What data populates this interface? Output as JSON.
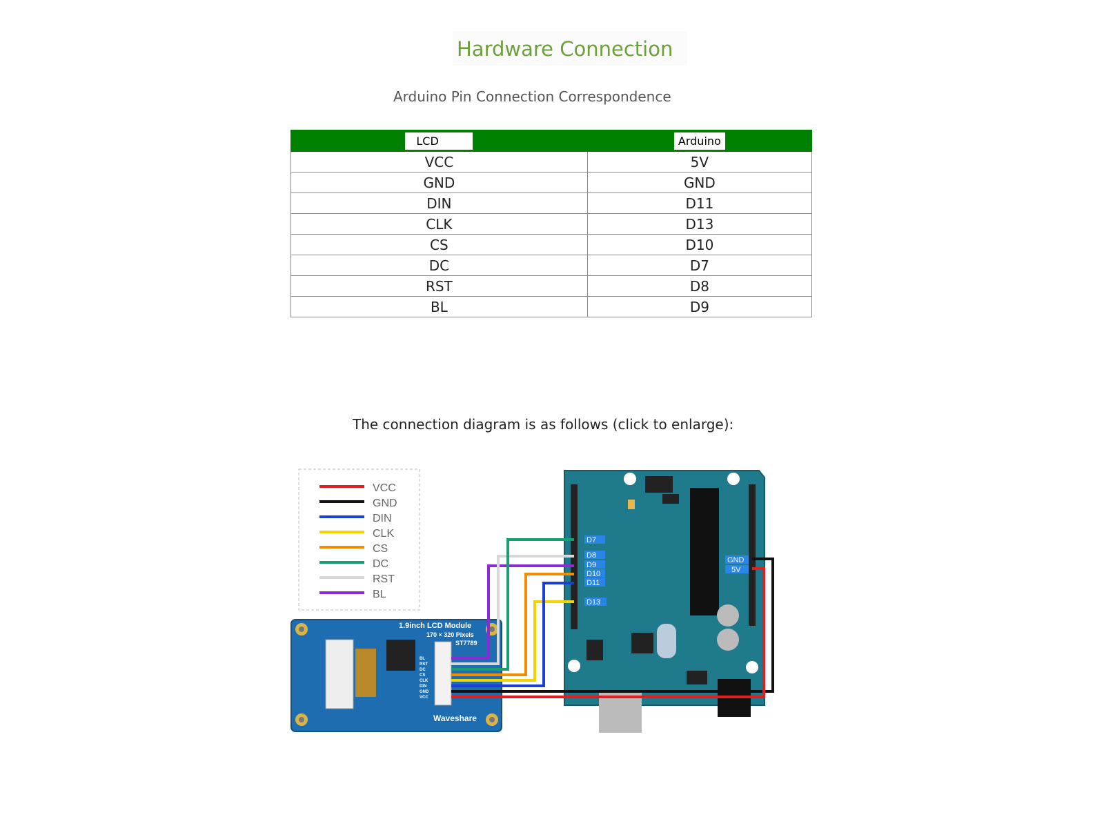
{
  "page": {
    "title": "Hardware Connection",
    "subtitle": "Arduino  Pin Connection Correspondence",
    "caption": "The connection diagram is as follows (click to enlarge):"
  },
  "table": {
    "headers": [
      "LCD",
      "Arduino"
    ],
    "rows": [
      [
        "VCC",
        "5V"
      ],
      [
        "GND",
        "GND"
      ],
      [
        "DIN",
        "D11"
      ],
      [
        "CLK",
        "D13"
      ],
      [
        "CS",
        "D10"
      ],
      [
        "DC",
        "D7"
      ],
      [
        "RST",
        "D8"
      ],
      [
        "BL",
        "D9"
      ]
    ]
  },
  "diagram": {
    "legend": [
      {
        "label": "VCC",
        "color": "#e02020"
      },
      {
        "label": "GND",
        "color": "#111111"
      },
      {
        "label": "DIN",
        "color": "#1a3fd6"
      },
      {
        "label": "CLK",
        "color": "#f2d400"
      },
      {
        "label": "CS",
        "color": "#f28c00"
      },
      {
        "label": "DC",
        "color": "#14a070"
      },
      {
        "label": "RST",
        "color": "#d8d8d8"
      },
      {
        "label": "BL",
        "color": "#8a2bd6"
      }
    ],
    "lcd_module": {
      "name": "1.9inch LCD Module",
      "resolution": "170 × 320 Pixels",
      "driver": "ST7789",
      "brand": "Waveshare",
      "pin_labels": [
        "BL",
        "RST",
        "DC",
        "CS",
        "CLK",
        "DIN",
        "GND",
        "VCC"
      ]
    },
    "arduino_labels": {
      "left": [
        "D7",
        "D8",
        "D9",
        "D10",
        "D11",
        "D13"
      ],
      "right": [
        "GND",
        "5V"
      ]
    }
  }
}
